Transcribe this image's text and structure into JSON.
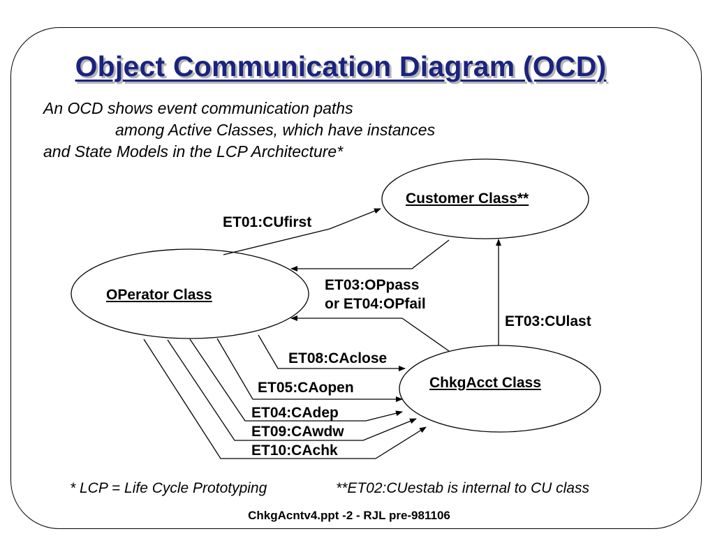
{
  "title": "Object Communication Diagram (OCD)",
  "intro": {
    "line1": "An OCD shows event communication paths",
    "line2": "among Active Classes, which have instances",
    "line3": "and State Models in the LCP Architecture*"
  },
  "classes": {
    "customer": "Customer Class**",
    "operator": "OPerator Class",
    "chkgacct": "ChkgAcct Class"
  },
  "events": {
    "et01": "ET01:CUfirst",
    "et03_oppass": "ET03:OPpass",
    "et04_opfail": "or ET04:OPfail",
    "et03_culast": "ET03:CUlast",
    "et08": "ET08:CAclose",
    "et05": "ET05:CAopen",
    "et04_cadep": "ET04:CAdep",
    "et09": "ET09:CAwdw",
    "et10": "ET10:CAchk"
  },
  "footnotes": {
    "lcp": "* LCP = Life Cycle Prototyping",
    "et02": "**ET02:CUestab  is internal to CU class"
  },
  "footer": "ChkgAcntv4.ppt -2  - RJL pre-981106"
}
